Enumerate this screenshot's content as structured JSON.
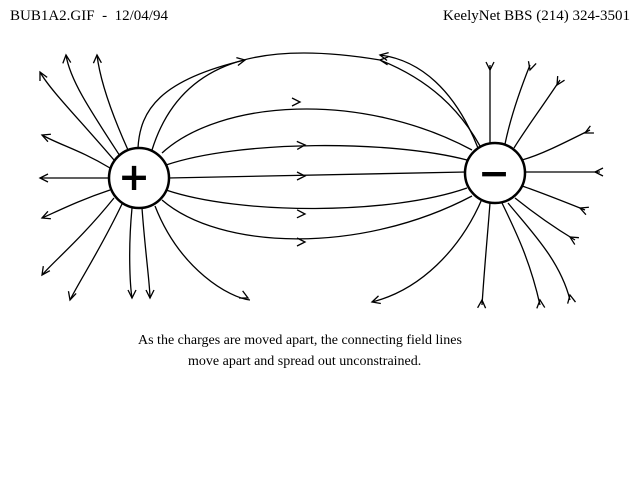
{
  "header": {
    "filename": "BUB1A2.GIF",
    "separator": "-",
    "date": "12/04/94",
    "source": "KeelyNet BBS (214) 324-3501"
  },
  "diagram": {
    "positive_charge": {
      "symbol": "+"
    },
    "negative_charge": {
      "symbol": "−"
    },
    "colors": {
      "ink": "#000000",
      "background": "#ffffff"
    }
  },
  "caption": {
    "line1": "As the charges are moved apart, the connecting field lines",
    "line2": "move apart and spread out unconstrained."
  }
}
